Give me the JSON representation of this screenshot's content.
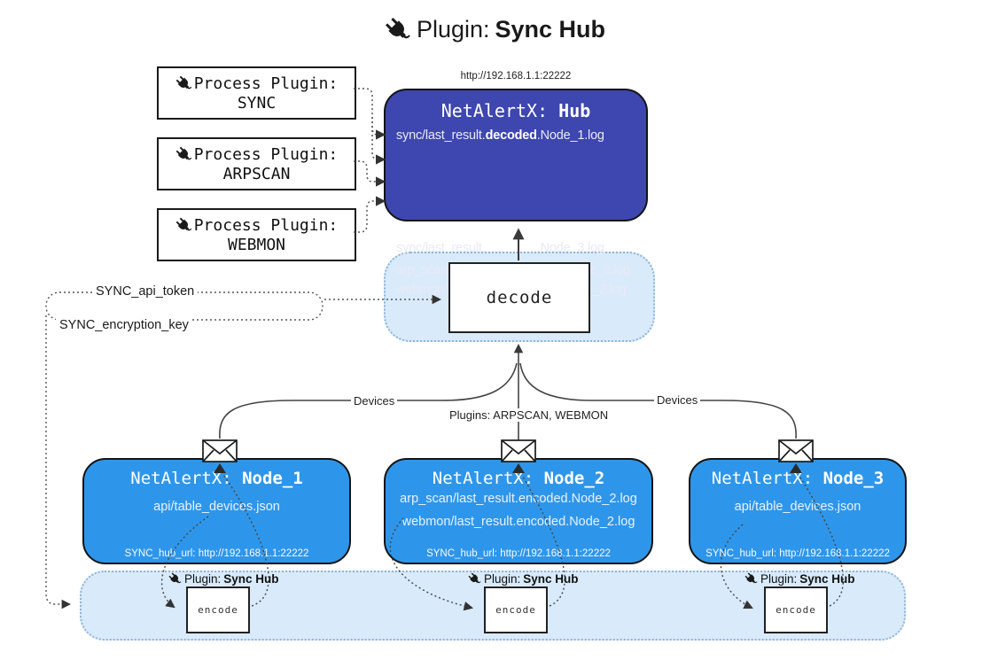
{
  "title": {
    "prefix": "Plugin:",
    "name": "Sync Hub"
  },
  "hub": {
    "url": "http://192.168.1.1:22222",
    "title_prefix": "NetAlertX:",
    "title_name": "Hub",
    "items": [
      {
        "pre": "sync/last_result.",
        "bold": "decoded",
        "post": ".Node_1.log"
      },
      {
        "pre": "sync/last_result.",
        "bold": "decoded",
        "post": ".Node_3.log"
      },
      {
        "pre": "arp_scan/last_result.",
        "bold": "decoded",
        "post": ".Node_2.log"
      },
      {
        "pre": "webmon/last_result.",
        "bold": "decoded",
        "post": ".Node_2.log"
      }
    ]
  },
  "process_plugins": [
    {
      "label": "Process Plugin:",
      "name": "SYNC"
    },
    {
      "label": "Process Plugin:",
      "name": "ARPSCAN"
    },
    {
      "label": "Process Plugin:",
      "name": "WEBMON"
    }
  ],
  "decode": {
    "label": "decode"
  },
  "env_labels": {
    "api_token": "SYNC_api_token",
    "encryption_key": "SYNC_encryption_key"
  },
  "edge_labels": {
    "devices_left": "Devices",
    "plugins_center": "Plugins: ARPSCAN, WEBMON",
    "devices_right": "Devices"
  },
  "nodes": [
    {
      "title_prefix": "NetAlertX:",
      "title_name": "Node_1",
      "items": [
        "api/table_devices.json"
      ],
      "footer": "SYNC_hub_url: http://192.168.1.1:22222"
    },
    {
      "title_prefix": "NetAlertX:",
      "title_name": "Node_2",
      "items": [
        "arp_scan/last_result.encoded.Node_2.log",
        "webmon/last_result.encoded.Node_2.log"
      ],
      "footer": "SYNC_hub_url: http://192.168.1.1:22222"
    },
    {
      "title_prefix": "NetAlertX:",
      "title_name": "Node_3",
      "items": [
        "api/table_devices.json"
      ],
      "footer": "SYNC_hub_url: http://192.168.1.1:22222"
    }
  ],
  "encode_band": {
    "plugin_prefix": "Plugin:",
    "plugin_name": "Sync Hub",
    "encode_label": "encode"
  },
  "colors": {
    "hub_fill": "#3e46af",
    "node_fill": "#2e96ea",
    "band_fill": "#d9eafb",
    "band_border": "#8fb4d8",
    "line": "#333333"
  }
}
